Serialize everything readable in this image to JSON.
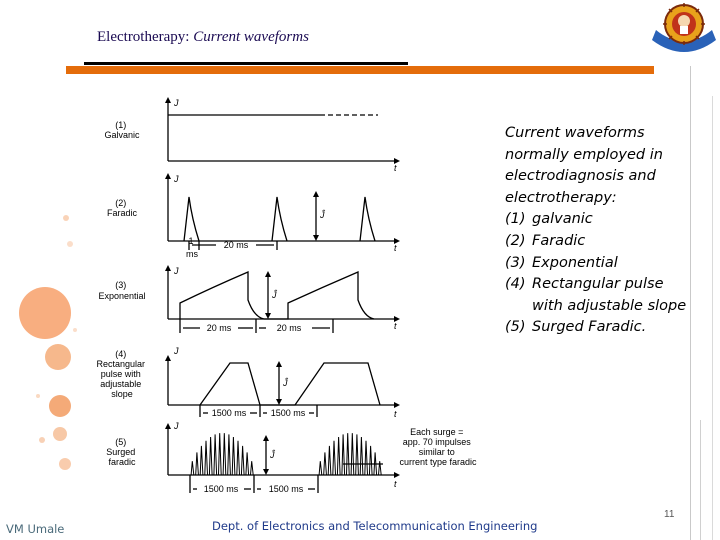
{
  "header": {
    "title_main": "Electrotherapy:",
    "title_sub": "Current waveforms"
  },
  "figure": {
    "axis_y": "J",
    "axis_x": "t",
    "amplitude_label": "Ĵ",
    "panels": [
      {
        "label_lines": [
          "(1)",
          "Galvanic"
        ]
      },
      {
        "label_lines": [
          "(2)",
          "Faradic"
        ],
        "pulse_width": "1",
        "pulse_unit": "ms",
        "period": "20 ms"
      },
      {
        "label_lines": [
          "(3)",
          "Exponential"
        ],
        "on_time": "20 ms",
        "off_time": "20 ms"
      },
      {
        "label_lines": [
          "(4)",
          "Rectangular",
          "pulse with",
          "adjustable",
          "slope"
        ],
        "on_time": "1500 ms",
        "off_time": "1500 ms"
      },
      {
        "label_lines": [
          "(5)",
          "Surged",
          "faradic"
        ],
        "on_time": "1500 ms",
        "off_time": "1500 ms",
        "note_lines": [
          "Each surge =",
          "app. 70 impulses",
          "similar to",
          "current type faradic"
        ]
      }
    ]
  },
  "description": {
    "intro": "Current waveforms normally employed in electrodiagnosis and electrotherapy:",
    "items": [
      {
        "num": "(1)",
        "text": "galvanic"
      },
      {
        "num": "(2)",
        "text": "Faradic"
      },
      {
        "num": "(3)",
        "text": "Exponential"
      },
      {
        "num": "(4)",
        "text": "Rectangular pulse with adjustable slope"
      },
      {
        "num": "(5)",
        "text": "Surged Faradic."
      }
    ]
  },
  "footer": {
    "author": "VM Umale",
    "department": "Dept. of Electronics and Telecommunication Engineering",
    "page": "11"
  },
  "colors": {
    "accent_orange": "#e46c0a",
    "title_navy": "#1a0a52",
    "footer_blue": "#1f3a8a"
  }
}
